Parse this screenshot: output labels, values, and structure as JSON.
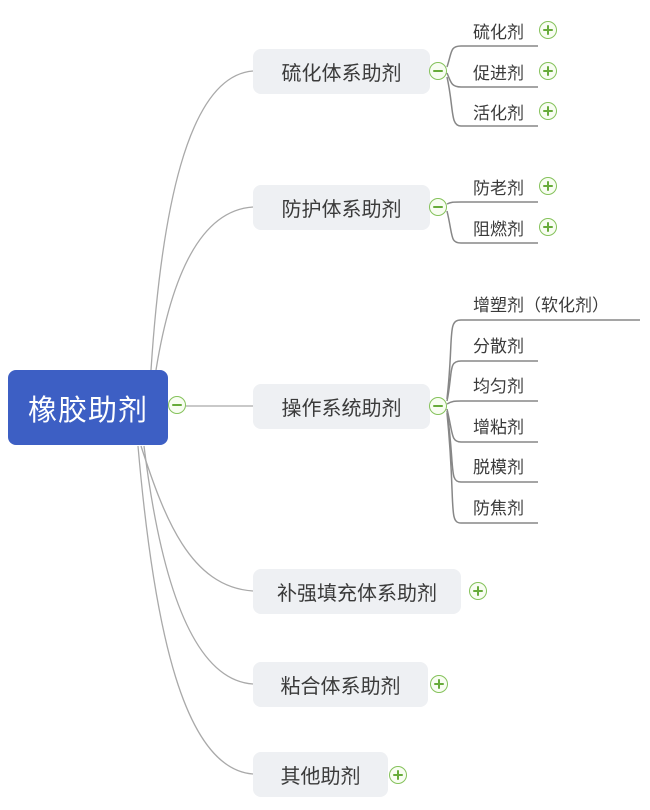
{
  "root": {
    "label": "橡胶助剂"
  },
  "branches": [
    {
      "label": "硫化体系助剂",
      "state": "expanded",
      "children": [
        {
          "label": "硫化剂"
        },
        {
          "label": "促进剂"
        },
        {
          "label": "活化剂"
        }
      ]
    },
    {
      "label": "防护体系助剂",
      "state": "expanded",
      "children": [
        {
          "label": "防老剂"
        },
        {
          "label": "阻燃剂"
        }
      ]
    },
    {
      "label": "操作系统助剂",
      "state": "expanded",
      "children": [
        {
          "label": "增塑剂（软化剂）"
        },
        {
          "label": "分散剂"
        },
        {
          "label": "均匀剂"
        },
        {
          "label": "增粘剂"
        },
        {
          "label": "脱模剂"
        },
        {
          "label": "防焦剂"
        }
      ]
    },
    {
      "label": "补强填充体系助剂",
      "state": "collapsed",
      "children": []
    },
    {
      "label": "粘合体系助剂",
      "state": "collapsed",
      "children": []
    },
    {
      "label": "其他助剂",
      "state": "collapsed",
      "children": []
    }
  ],
  "icons": {
    "collapse": "minus-circle-icon",
    "expand": "plus-circle-icon"
  },
  "colors": {
    "root_bg": "#3d5fc4",
    "root_text": "#ffffff",
    "node_bg": "#eef0f3",
    "node_text": "#3a3a3a",
    "line": "#a9a9a9",
    "underline": "#878787",
    "toggle_border": "#85c25b",
    "toggle_glyph": "#67ab3a",
    "toggle_bg": "#f8fdf2"
  }
}
